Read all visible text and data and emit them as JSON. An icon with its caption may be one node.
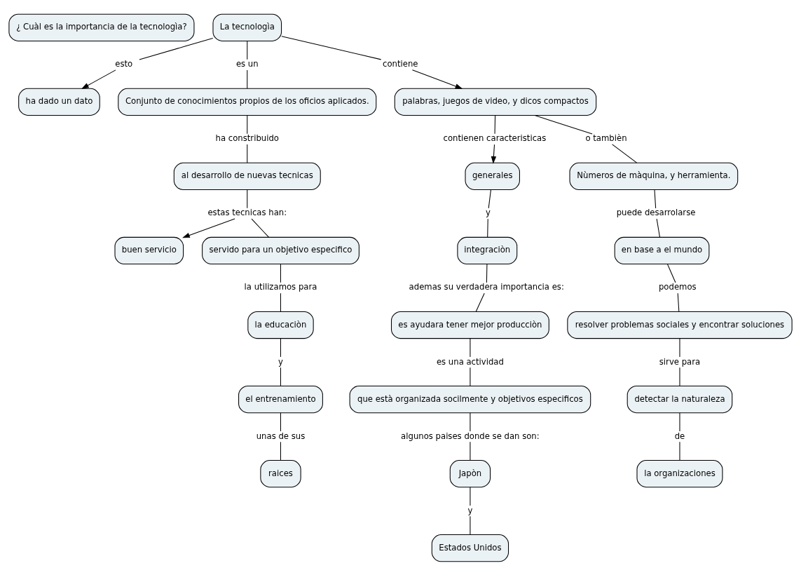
{
  "diagram": {
    "nodes": [
      {
        "text": [
          "¿ Cuàl es la importancia de la tecnologìa?"
        ]
      },
      {
        "text": [
          "La tecnologìa"
        ]
      },
      {
        "text": [
          "esto"
        ]
      },
      {
        "text": [
          "ha dado un dato"
        ]
      },
      {
        "text": [
          "es un"
        ]
      },
      {
        "text": [
          "Conjunto de conocimientos propios de los oficios aplicados."
        ]
      },
      {
        "text": [
          "contiene"
        ]
      },
      {
        "text": [
          "palabras, juegos de video, y dicos compactos"
        ]
      },
      {
        "text": [
          "contienen caracteristicas"
        ]
      },
      {
        "text": [
          "generales"
        ]
      },
      {
        "text": [
          "o tambièn"
        ]
      },
      {
        "text": [
          "Nùmeros de màquina, y herramienta."
        ]
      },
      {
        "text": [
          "ha constribuido"
        ]
      },
      {
        "text": [
          "al desarrollo de nuevas tecnicas"
        ]
      },
      {
        "text": [
          "y"
        ]
      },
      {
        "text": [
          "integraciòn"
        ]
      },
      {
        "text": [
          "puede desarrolarse"
        ]
      },
      {
        "text": [
          "en base a el mundo"
        ]
      },
      {
        "text": [
          "ademas su verdadera importancia es:"
        ]
      },
      {
        "text": [
          "es ayudara tener mejor producciòn"
        ]
      },
      {
        "text": [
          "podemos"
        ]
      },
      {
        "text": [
          "resolver problemas sociales y encontrar soluciones"
        ]
      },
      {
        "text": [
          "estas tecnicas han:"
        ]
      },
      {
        "text": [
          "buen servicio"
        ]
      },
      {
        "text": [
          "servido para un objetivo especifico"
        ]
      },
      {
        "text": [
          "es una actividad"
        ]
      },
      {
        "text": [
          "que està organizada socilmente y objetivos especificos"
        ]
      },
      {
        "text": [
          "la utilizamos para"
        ]
      },
      {
        "text": [
          "sirve para"
        ]
      },
      {
        "text": [
          "la educaciòn"
        ]
      },
      {
        "text": [
          "y"
        ]
      },
      {
        "text": [
          "algunos paises donde se dan son:"
        ]
      },
      {
        "text": [
          "detectar la naturaleza"
        ]
      },
      {
        "text": [
          "el entrenamiento"
        ]
      },
      {
        "text": [
          "Japòn"
        ]
      },
      {
        "text": [
          "de"
        ]
      },
      {
        "text": [
          "unas de sus"
        ]
      },
      {
        "text": [
          "raices"
        ]
      },
      {
        "text": [
          "la organizaciones"
        ]
      },
      {
        "text": [
          "y"
        ]
      },
      {
        "text": [
          "Estados Unidos"
        ]
      }
    ],
    "edges": [
      {
        "from": 1,
        "to": 2,
        "arrow": "none"
      },
      {
        "from": 2,
        "to": 3,
        "arrow": "to"
      },
      {
        "from": 1,
        "to": 4,
        "arrow": "none"
      },
      {
        "from": 4,
        "to": 5,
        "arrow": "none"
      },
      {
        "from": 1,
        "to": 6,
        "arrow": "none"
      },
      {
        "from": 6,
        "to": 7,
        "arrow": "to"
      },
      {
        "from": 7,
        "to": 8,
        "arrow": "none"
      },
      {
        "from": 8,
        "to": 9,
        "arrow": "to"
      },
      {
        "from": 7,
        "to": 10,
        "arrow": "none"
      },
      {
        "from": 10,
        "to": 11,
        "arrow": "none"
      },
      {
        "from": 5,
        "to": 12,
        "arrow": "none"
      },
      {
        "from": 12,
        "to": 13,
        "arrow": "none"
      },
      {
        "from": 9,
        "to": 14,
        "arrow": "none"
      },
      {
        "from": 14,
        "to": 15,
        "arrow": "none"
      },
      {
        "from": 11,
        "to": 16,
        "arrow": "none"
      },
      {
        "from": 16,
        "to": 17,
        "arrow": "none"
      },
      {
        "from": 15,
        "to": 18,
        "arrow": "none"
      },
      {
        "from": 18,
        "to": 19,
        "arrow": "none"
      },
      {
        "from": 17,
        "to": 20,
        "arrow": "none"
      },
      {
        "from": 20,
        "to": 21,
        "arrow": "none"
      },
      {
        "from": 13,
        "to": 22,
        "arrow": "none"
      },
      {
        "from": 22,
        "to": 23,
        "arrow": "to"
      },
      {
        "from": 22,
        "to": 24,
        "arrow": "none"
      },
      {
        "from": 19,
        "to": 25,
        "arrow": "none"
      },
      {
        "from": 25,
        "to": 26,
        "arrow": "none"
      },
      {
        "from": 24,
        "to": 27,
        "arrow": "none"
      },
      {
        "from": 27,
        "to": 29,
        "arrow": "none"
      },
      {
        "from": 21,
        "to": 28,
        "arrow": "none"
      },
      {
        "from": 28,
        "to": 32,
        "arrow": "none"
      },
      {
        "from": 29,
        "to": 30,
        "arrow": "none"
      },
      {
        "from": 30,
        "to": 33,
        "arrow": "none"
      },
      {
        "from": 26,
        "to": 31,
        "arrow": "none"
      },
      {
        "from": 31,
        "to": 34,
        "arrow": "none"
      },
      {
        "from": 32,
        "to": 35,
        "arrow": "none"
      },
      {
        "from": 35,
        "to": 38,
        "arrow": "none"
      },
      {
        "from": 33,
        "to": 36,
        "arrow": "none"
      },
      {
        "from": 36,
        "to": 37,
        "arrow": "none"
      },
      {
        "from": 34,
        "to": 39,
        "arrow": "none"
      },
      {
        "from": 39,
        "to": 40,
        "arrow": "none"
      }
    ]
  }
}
